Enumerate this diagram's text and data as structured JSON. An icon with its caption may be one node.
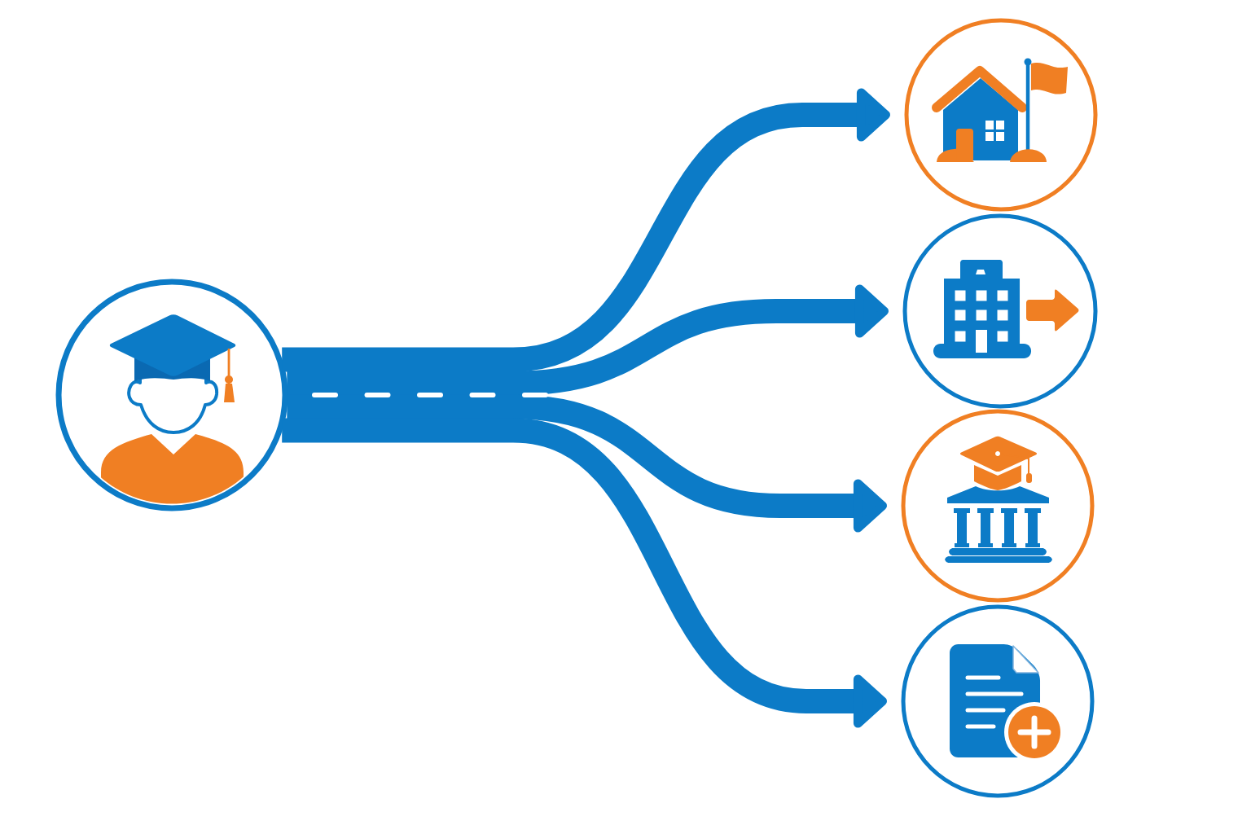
{
  "diagram": {
    "nodes": [
      {
        "text": [],
        "shape": "circle"
      },
      {
        "text": [],
        "shape": "circle"
      },
      {
        "text": [],
        "shape": "circle"
      },
      {
        "text": [],
        "shape": "circle"
      },
      {
        "text": [],
        "shape": "circle"
      }
    ],
    "edges": [
      {
        "from": 0,
        "to": 1,
        "arrow": "to"
      },
      {
        "from": 0,
        "to": 2,
        "arrow": "to"
      },
      {
        "from": 0,
        "to": 3,
        "arrow": "to"
      },
      {
        "from": 0,
        "to": 4,
        "arrow": "to"
      }
    ]
  }
}
